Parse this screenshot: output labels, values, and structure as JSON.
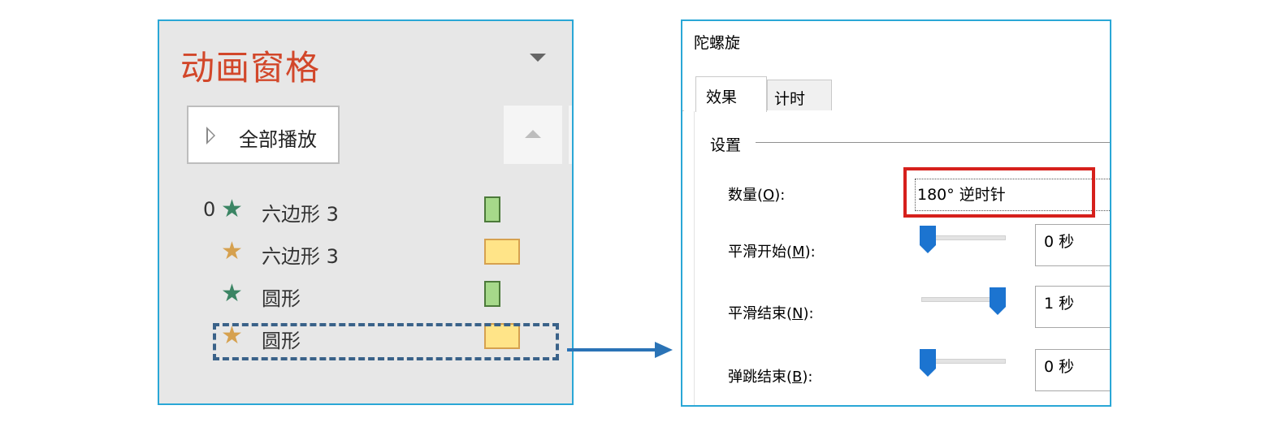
{
  "pane": {
    "title": "动画窗格",
    "play_all_label": "全部播放",
    "items": [
      {
        "index": "0",
        "star": "green",
        "name": "六边形 3",
        "bar": "green"
      },
      {
        "index": "",
        "star": "gold",
        "name": "六边形 3",
        "bar": "gold"
      },
      {
        "index": "",
        "star": "green",
        "name": "圆形",
        "bar": "green"
      },
      {
        "index": "",
        "star": "gold",
        "name": "圆形",
        "bar": "gold"
      }
    ]
  },
  "dialog": {
    "title": "陀螺旋",
    "tabs": [
      {
        "label": "效果",
        "active": true
      },
      {
        "label": "计时",
        "active": false
      }
    ],
    "group_label": "设置",
    "amount": {
      "label": "数量(",
      "key": "O",
      "suffix": "):",
      "value": "180° 逆时针"
    },
    "smooth_start": {
      "label": "平滑开始(",
      "key": "M",
      "suffix": "):",
      "value": "0 秒",
      "slider_level": 0.0
    },
    "smooth_end": {
      "label": "平滑结束(",
      "key": "N",
      "suffix": "):",
      "value": "1 秒",
      "slider_level": 1.0
    },
    "bounce_end": {
      "label": "弹跳结束(",
      "key": "B",
      "suffix": "):",
      "value": "0 秒",
      "slider_level": 0.0
    }
  },
  "colors": {
    "title_red": "#d2472a",
    "highlight_red": "#d6201c",
    "border_blue": "#2aa7d6",
    "arrow_blue": "#2a73b6",
    "star_green": "#3b8564",
    "star_gold": "#d6a14f",
    "slider_thumb": "#1c74d0"
  },
  "icons": {
    "play": "triangle-right",
    "menu": "chevron-down",
    "move_up": "triangle-up",
    "star": "star",
    "connector": "arrow-right"
  }
}
